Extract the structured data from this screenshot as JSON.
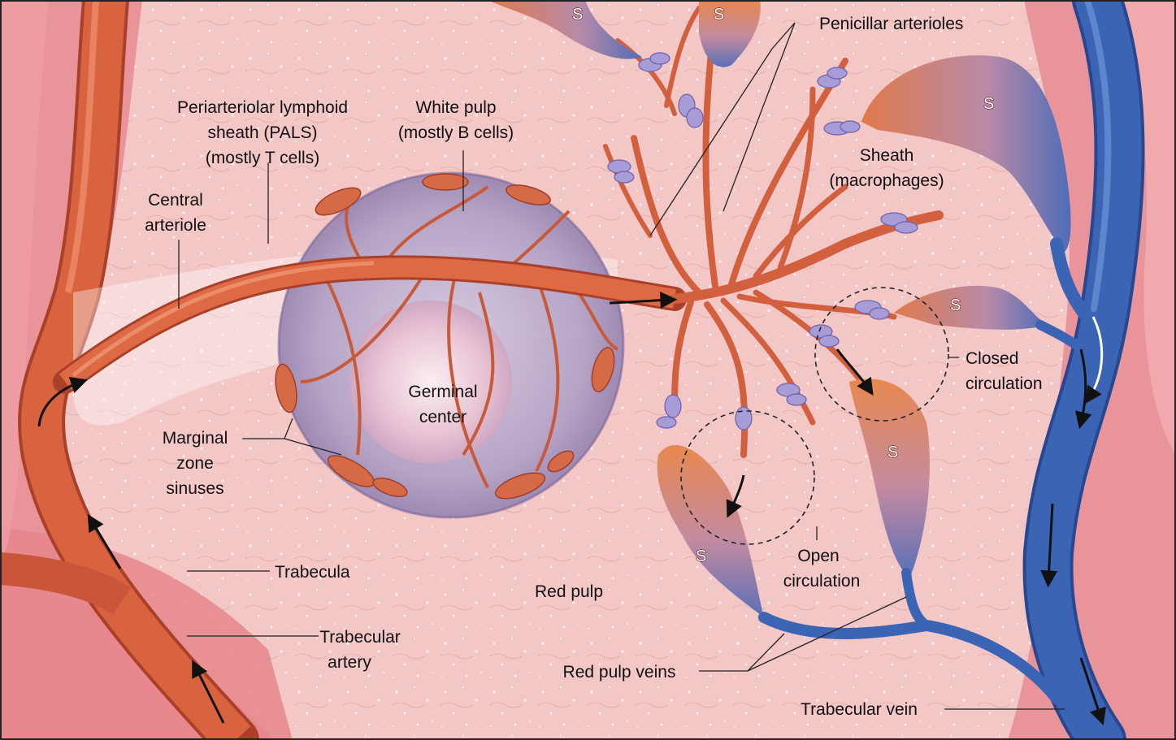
{
  "labels": {
    "pals_line1": "Periarteriolar lymphoid",
    "pals_line2": "sheath (PALS)",
    "pals_line3": "(mostly T cells)",
    "white_pulp_line1": "White pulp",
    "white_pulp_line2": "(mostly B cells)",
    "central_arteriole_line1": "Central",
    "central_arteriole_line2": "arteriole",
    "germinal_center_line1": "Germinal",
    "germinal_center_line2": "center",
    "marginal_line1": "Marginal",
    "marginal_line2": "zone",
    "marginal_line3": "sinuses",
    "trabecula": "Trabecula",
    "trabecular_artery_line1": "Trabecular",
    "trabecular_artery_line2": "artery",
    "red_pulp": "Red pulp",
    "penicillar_arterioles": "Penicillar arterioles",
    "sheath_line1": "Sheath",
    "sheath_line2": "(macrophages)",
    "closed_line1": "Closed",
    "closed_line2": "circulation",
    "open_line1": "Open",
    "open_line2": "circulation",
    "red_pulp_veins": "Red pulp veins",
    "trabecular_vein": "Trabecular vein",
    "sinusoid_marker": "S"
  },
  "colors": {
    "tissue_bg": "#f2c4c4",
    "trabecula": "#e7868c",
    "artery": "#d9633f",
    "artery_dark": "#a9402a",
    "vein": "#3b64b5",
    "white_pulp": "#b9a8c8",
    "germinal_center": "#e7c6d6",
    "sheath_cells": "#9a8fd0",
    "frame": "#222222"
  }
}
